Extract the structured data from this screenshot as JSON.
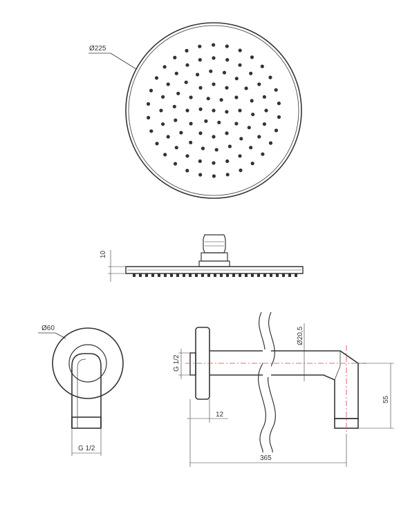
{
  "dimensions": {
    "head_diameter": "Ø225",
    "head_thickness": "10",
    "flange_diameter": "Ø60",
    "thread_front": "G 1/2",
    "thread_side": "G 1/2",
    "tube_diameter": "Ø20,5",
    "drop_height": "55",
    "wall_offset": "12",
    "arm_length": "365"
  },
  "colors": {
    "line": "#333333",
    "centerline": "#e03a4a"
  },
  "views": [
    "top-view-shower-head",
    "side-view-shower-head",
    "front-view-wall-arm",
    "side-view-wall-arm"
  ]
}
